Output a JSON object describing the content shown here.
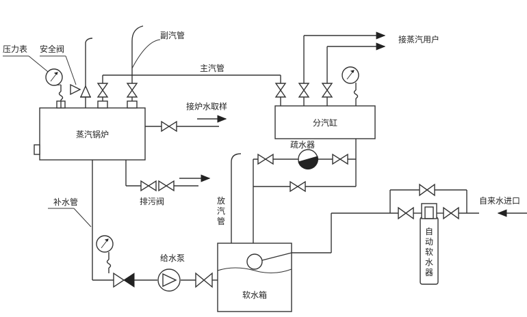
{
  "labels": {
    "pressure_gauge": "压力表",
    "safety_valve": "安全阀",
    "aux_steam_pipe": "副汽管",
    "main_steam_pipe": "主汽管",
    "to_steam_users": "接蒸汽用户",
    "furnace_water_sample": "接炉水取样",
    "steam_boiler": "蒸汽锅炉",
    "steam_header": "分汽缸",
    "steam_trap": "疏水器",
    "blowdown_valve": "排污阀",
    "makeup_pipe": "补水管",
    "vent_pipe_1": "放",
    "vent_pipe_2": "汽",
    "vent_pipe_3": "管",
    "feed_pump": "给水泵",
    "soft_water_tank": "软水箱",
    "tap_water_inlet": "自来水进口",
    "softener_1": "自",
    "softener_2": "动",
    "softener_3": "软",
    "softener_4": "水",
    "softener_5": "器"
  }
}
